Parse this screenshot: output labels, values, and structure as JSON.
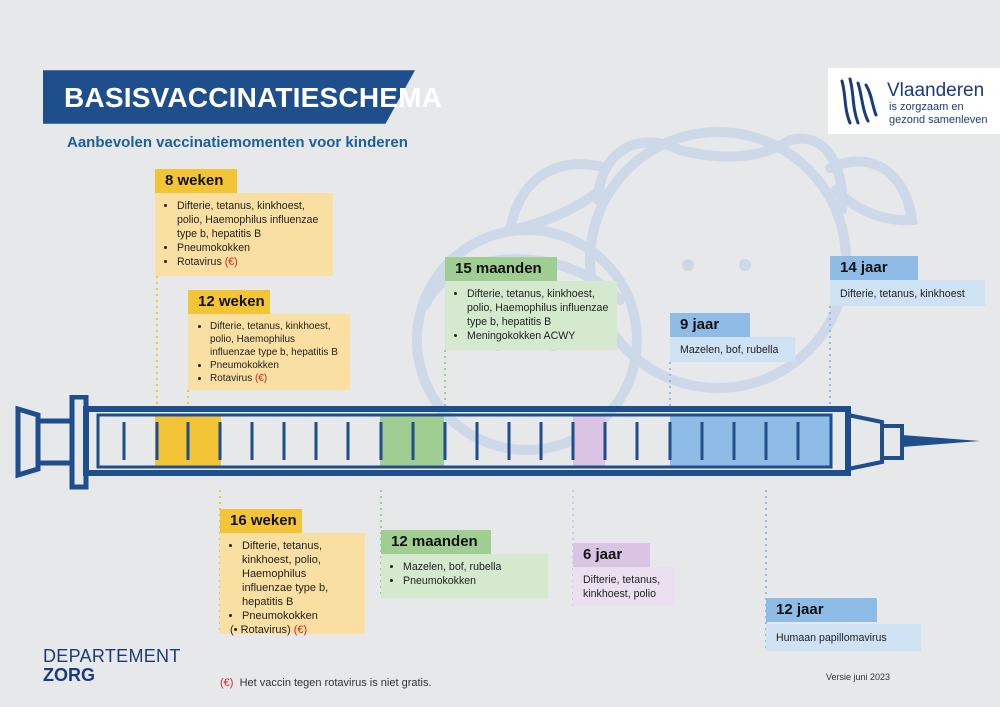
{
  "header": {
    "title": "BASISVACCINATIESCHEMA",
    "subtitle": "Aanbevolen vaccinatiemomenten voor kinderen"
  },
  "logo": {
    "name": "Vlaanderen",
    "tagline_1": "is zorgzaam en",
    "tagline_2": "gezond samenleven",
    "icon": "flemish-lion-icon"
  },
  "moments": {
    "w8": {
      "label": "8 weken",
      "lines": [
        "Difterie, tetanus, kinkhoest, polio, Haemophilus influenzae type b, hepatitis B",
        "Pneumokokken",
        "Rotavirus"
      ],
      "euro": "(€)"
    },
    "w12": {
      "label": "12 weken",
      "lines": [
        "Difterie, tetanus, kinkhoest, polio, Haemophilus influenzae type b, hepatitis B",
        "Pneumokokken",
        "Rotavirus"
      ],
      "euro": "(€)"
    },
    "w16": {
      "label": "16 weken",
      "lines": [
        "Difterie, tetanus, kinkhoest, polio, Haemophilus influenzae type b, hepatitis B",
        "Pneumokokken",
        "(• Rotavirus)"
      ],
      "euro": "(€)"
    },
    "m12": {
      "label": "12 maanden",
      "lines": [
        "Mazelen, bof, rubella",
        "Pneumokokken"
      ]
    },
    "m15": {
      "label": "15 maanden",
      "lines": [
        "Difterie, tetanus, kinkhoest, polio, Haemophilus influenzae type b, hepatitis B",
        "Meningokokken ACWY"
      ]
    },
    "y6": {
      "label": "6 jaar",
      "text": "Difterie, tetanus, kinkhoest, polio"
    },
    "y9": {
      "label": "9 jaar",
      "text": "Mazelen, bof, rubella"
    },
    "y12": {
      "label": "12 jaar",
      "text": "Humaan papillomavirus"
    },
    "y14": {
      "label": "14 jaar",
      "text": "Difterie, tetanus, kinkhoest"
    }
  },
  "footer": {
    "department_1": "DEPARTEMENT",
    "department_2": "ZORG",
    "footnote_symbol": "(€)",
    "footnote_text": "Het vaccin tegen rotavirus is niet gratis.",
    "version": "Versie juni 2023"
  },
  "colors": {
    "navy": "#1f4e8c",
    "yellow": "#f3c536",
    "green": "#9fcd92",
    "purple": "#dbc3e3",
    "blue": "#8fbce6",
    "euro_red": "#d4261f"
  }
}
